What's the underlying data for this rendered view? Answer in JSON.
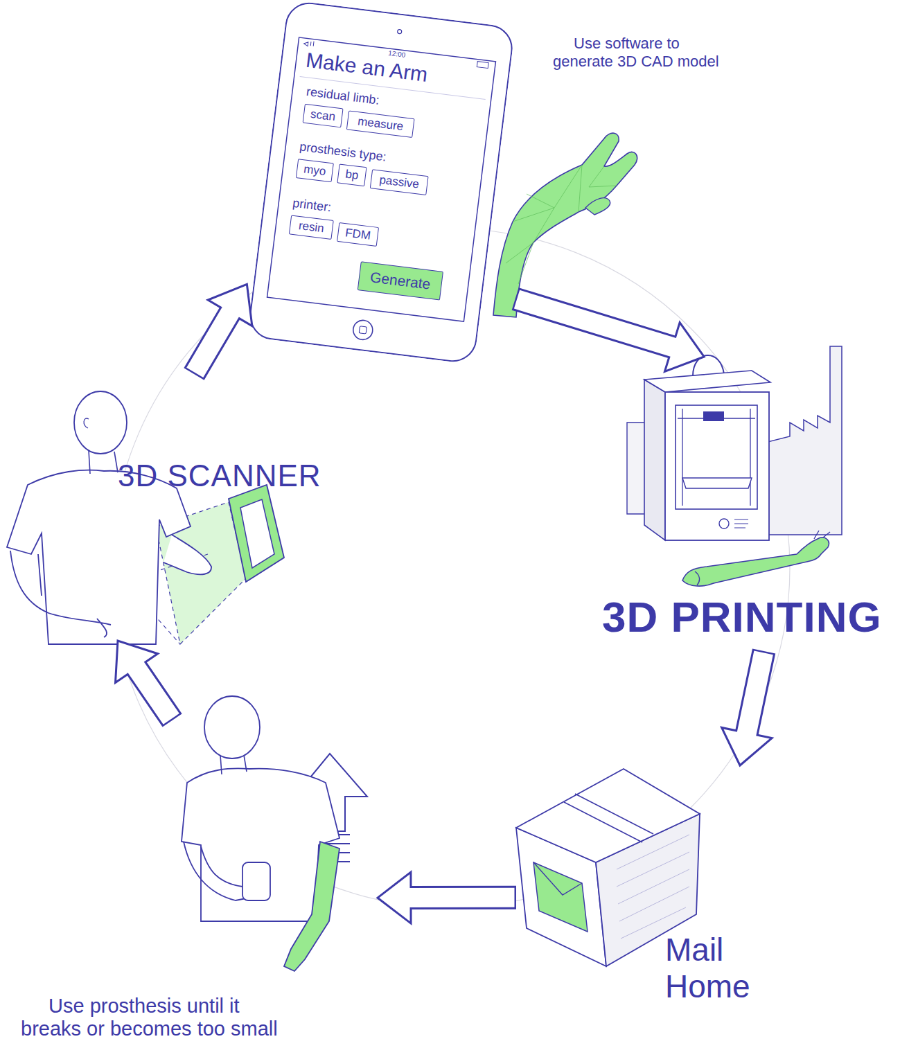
{
  "diagram": {
    "nodes": [
      {
        "text": [
          "12:00",
          "Make an Arm",
          "residual limb:",
          "prosthesis type:",
          "printer:"
        ]
      },
      {
        "text": [
          "scan"
        ],
        "in": 0
      },
      {
        "text": [
          "measure"
        ],
        "in": 0
      },
      {
        "text": [
          "myo"
        ],
        "in": 0
      },
      {
        "text": [
          "bp"
        ],
        "in": 0
      },
      {
        "text": [
          "passive"
        ],
        "in": 0
      },
      {
        "text": [
          "resin"
        ],
        "in": 0
      },
      {
        "text": [
          "FDM"
        ],
        "in": 0
      },
      {
        "text": [
          "Generate"
        ],
        "in": 0
      },
      {
        "text": [
          "3D SCANNER"
        ]
      },
      {
        "text": [
          "3D PRINTING"
        ]
      },
      {
        "text": [
          "Mail Home"
        ]
      },
      {
        "text": [
          "Use prosthesis until it breaks or becomes too small"
        ]
      }
    ],
    "edges": [
      {
        "from": 9,
        "to": 0,
        "arrow": "to"
      },
      {
        "from": 0,
        "to": 10,
        "arrow": "to"
      },
      {
        "from": 10,
        "to": 11,
        "arrow": "to"
      },
      {
        "from": 11,
        "to": 12,
        "arrow": "to"
      },
      {
        "from": 12,
        "to": 9,
        "arrow": "to"
      }
    ],
    "labels": [
      "Use software to generate 3D CAD model"
    ]
  }
}
